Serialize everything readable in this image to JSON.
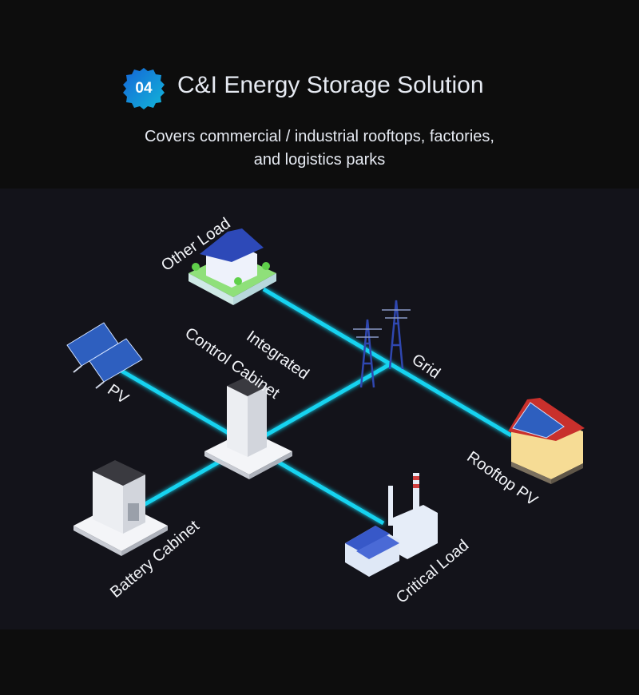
{
  "header": {
    "badge": "04",
    "title": "C&I Energy Storage Solution",
    "subtitle_line1": "Covers commercial / industrial rooftops, factories,",
    "subtitle_line2": "and logistics parks"
  },
  "diagram": {
    "nodes": {
      "other_load": "Other Load",
      "pv": "PV",
      "control_cabinet_line1": "Integrated",
      "control_cabinet_line2": "Control Cabinet",
      "grid": "Grid",
      "rooftop_pv": "Rooftop PV",
      "battery_cabinet": "Battery Cabinet",
      "critical_load": "Critical Load"
    },
    "colors": {
      "line": "#19d3f0",
      "badge_start": "#1565d8",
      "badge_end": "#12b6d8"
    }
  }
}
